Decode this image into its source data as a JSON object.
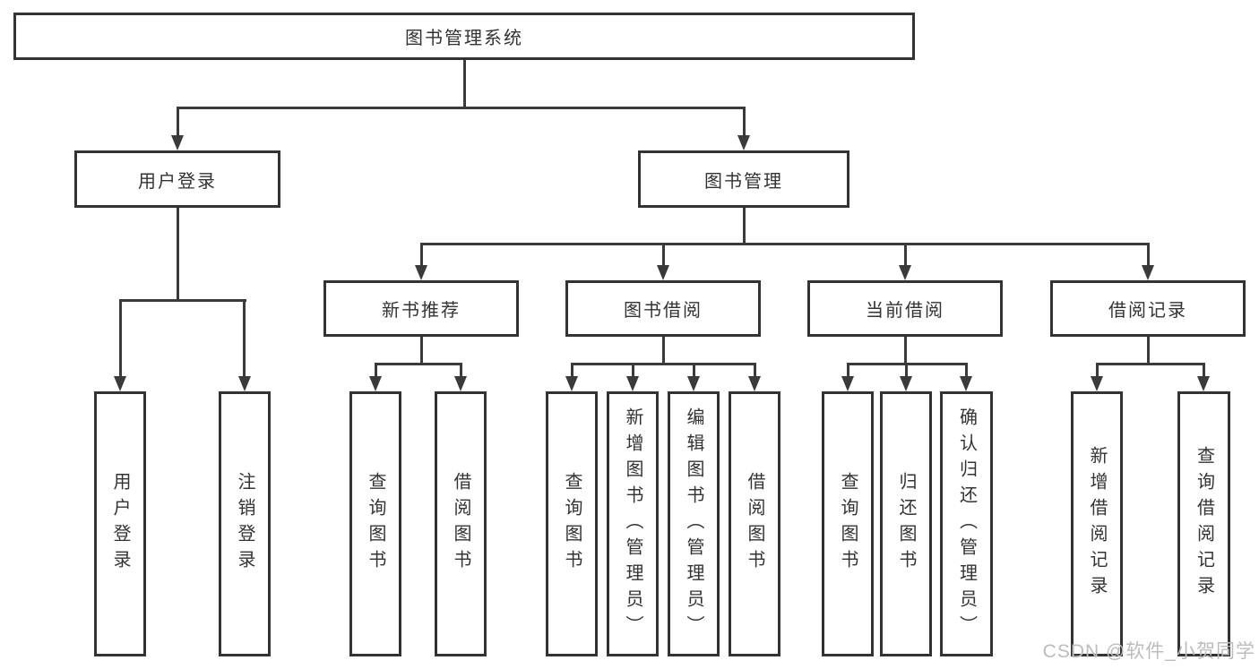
{
  "diagram": {
    "root": {
      "label": "图书管理系统"
    },
    "children": [
      {
        "label": "用户登录",
        "children": [
          {
            "label": "用户登录"
          },
          {
            "label": "注销登录"
          }
        ]
      },
      {
        "label": "图书管理",
        "children": [
          {
            "label": "新书推荐",
            "children": [
              {
                "label": "查询图书"
              },
              {
                "label": "借阅图书"
              }
            ]
          },
          {
            "label": "图书借阅",
            "children": [
              {
                "label": "查询图书"
              },
              {
                "label": "新增图书（管理员）"
              },
              {
                "label": "编辑图书（管理员）"
              },
              {
                "label": "借阅图书"
              }
            ]
          },
          {
            "label": "当前借阅",
            "children": [
              {
                "label": "查询图书"
              },
              {
                "label": "归还图书"
              },
              {
                "label": "确认归还（管理员）"
              }
            ]
          },
          {
            "label": "借阅记录",
            "children": [
              {
                "label": "新增借阅记录"
              },
              {
                "label": "查询借阅记录"
              }
            ]
          }
        ]
      }
    ]
  },
  "watermark": {
    "text": "CSDN @软件_小贺同学"
  },
  "colors": {
    "line": "#3a3a3a",
    "box_border": "#333333",
    "text": "#333333",
    "watermark": "#bcbcbc",
    "background": "#ffffff"
  }
}
